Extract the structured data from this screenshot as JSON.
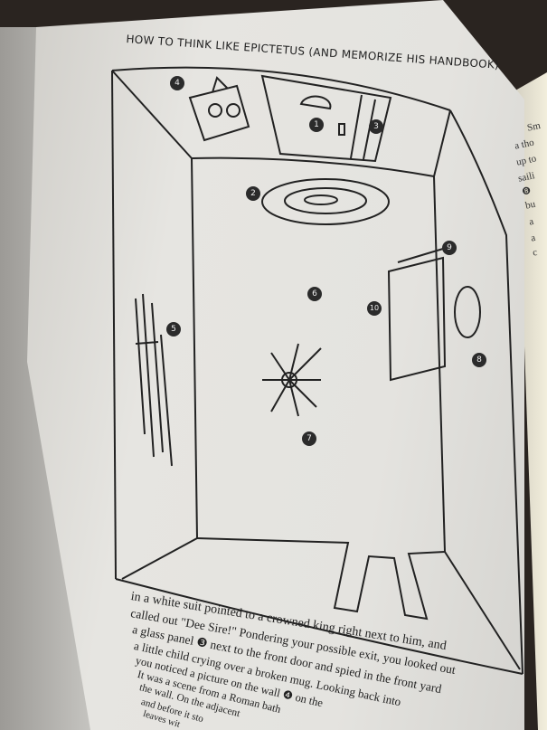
{
  "header": "HOW TO THINK LIKE EPICTETUS (AND MEMORIZE HIS HANDBOOK)",
  "markers": [
    "1",
    "2",
    "3",
    "4",
    "5",
    "6",
    "7",
    "8",
    "9",
    "10"
  ],
  "body_lines": [
    "in a white suit pointed to a crowned king right next to him, and",
    "called out \"Dee Sire!\" Pondering your possible exit, you looked out",
    "a glass panel ❸ next to the front door and spied in the front yard",
    "a little child crying over a broken mug. Looking back into",
    "you noticed a picture on the wall ❹ on the",
    "It was a scene from a Roman bath",
    "the wall. On the adjacent",
    "and before it sto",
    "leaves wit"
  ],
  "right_page_fragments": [
    "Sm",
    "a tho",
    "up to",
    "saili",
    "❽",
    "bu",
    "a",
    "a",
    "c"
  ],
  "colors": {
    "ink": "#222222",
    "paper": "#e4e3df",
    "background": "#2a2420"
  }
}
